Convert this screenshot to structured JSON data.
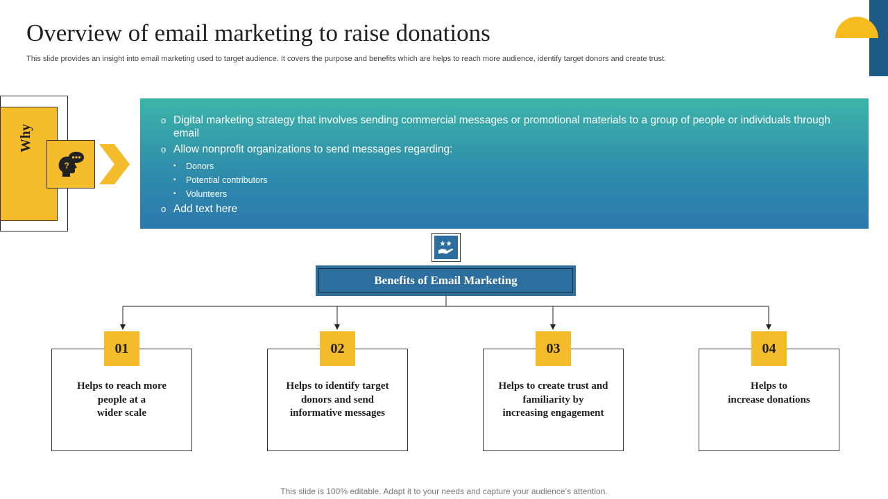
{
  "slide": {
    "title": "Overview of email marketing to raise donations",
    "subtitle": "This slide provides an insight into email marketing used to target audience. It covers the purpose and benefits which are helps to reach more audience, identify target donors and create trust.",
    "footer": "This slide is 100% editable. Adapt it to your needs and capture your audience’s attention."
  },
  "why": {
    "label": "Why",
    "icon": "question-chat-head-icon"
  },
  "info": {
    "bullets": [
      {
        "mark": "o",
        "text": "Digital marketing strategy that involves sending commercial messages or promotional materials to a group of people or individuals through email"
      },
      {
        "mark": "o",
        "text": "Allow nonprofit organizations to send messages regarding:"
      },
      {
        "mark": "o",
        "text": "Add text here"
      }
    ],
    "sub_bullets": [
      {
        "mark": "▪",
        "text": "Donors"
      },
      {
        "mark": "▪",
        "text": "Potential contributors"
      },
      {
        "mark": "▪",
        "text": "Volunteers"
      }
    ]
  },
  "benefits": {
    "icon": "hand-stars-icon",
    "heading": "Benefits of Email Marketing",
    "items": [
      {
        "num": "01",
        "text": "Helps to reach more\npeople at a\nwider scale"
      },
      {
        "num": "02",
        "text": "Helps to identify  target\ndonors and send\ninformative  messages"
      },
      {
        "num": "03",
        "text": "Helps to create trust and\nfamiliarity  by\nincreasing engagement"
      },
      {
        "num": "04",
        "text": "Helps to\nincrease donations"
      }
    ]
  },
  "colors": {
    "accent_yellow": "#f4bb2a",
    "accent_blue": "#2c6f9f",
    "gradient_top": "#3cb5a9",
    "gradient_bottom": "#2c79ad",
    "corner_bar": "#1e5a86"
  }
}
